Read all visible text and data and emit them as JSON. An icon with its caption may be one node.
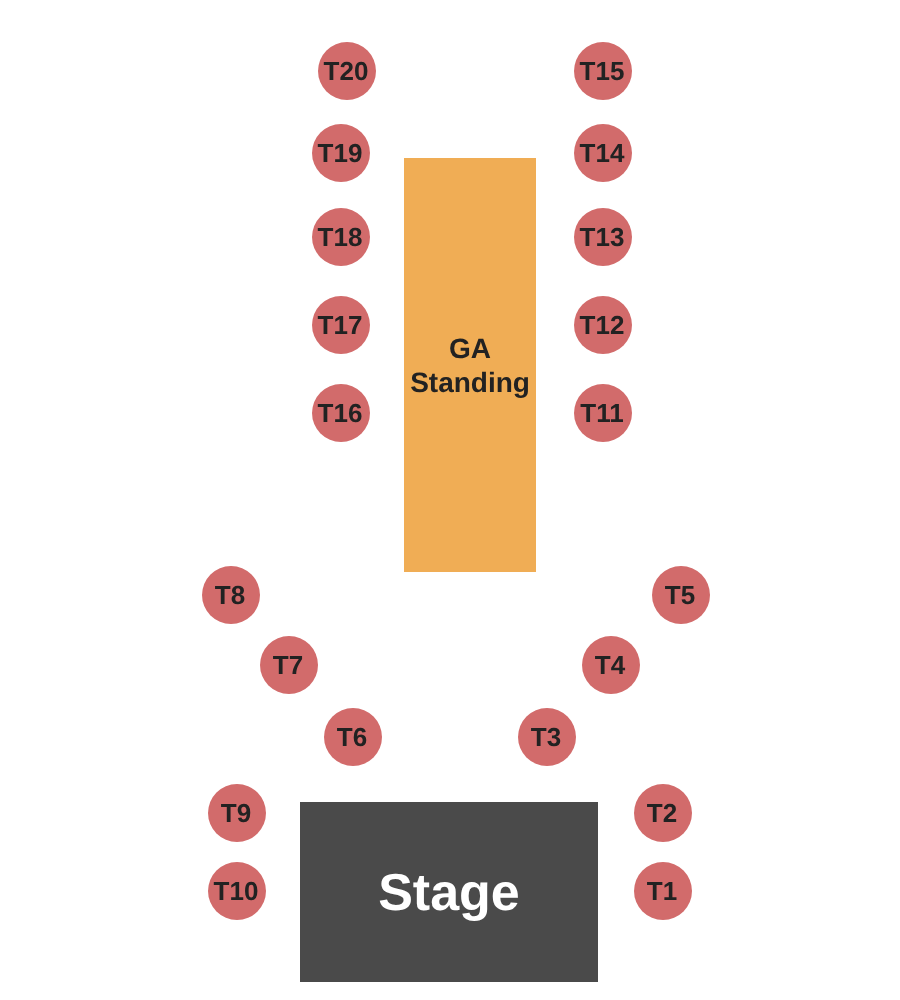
{
  "diagram": {
    "nodes": [
      {
        "text": [
          "T20"
        ]
      },
      {
        "text": [
          "T15"
        ]
      },
      {
        "text": [
          "T19"
        ]
      },
      {
        "text": [
          "T14"
        ]
      },
      {
        "text": [
          "GA Standing"
        ]
      },
      {
        "text": [
          "T18"
        ]
      },
      {
        "text": [
          "T13"
        ]
      },
      {
        "text": [
          "T17"
        ]
      },
      {
        "text": [
          "T12"
        ]
      },
      {
        "text": [
          "T16"
        ]
      },
      {
        "text": [
          "T11"
        ]
      },
      {
        "text": [
          "T8"
        ]
      },
      {
        "text": [
          "T5"
        ]
      },
      {
        "text": [
          "T7"
        ]
      },
      {
        "text": [
          "T4"
        ]
      },
      {
        "text": [
          "T6"
        ]
      },
      {
        "text": [
          "T3"
        ]
      },
      {
        "text": [
          "T9"
        ]
      },
      {
        "text": [
          "T2"
        ]
      },
      {
        "text": [
          "Stage"
        ]
      },
      {
        "text": [
          "T10"
        ]
      },
      {
        "text": [
          "T1"
        ]
      }
    ]
  }
}
